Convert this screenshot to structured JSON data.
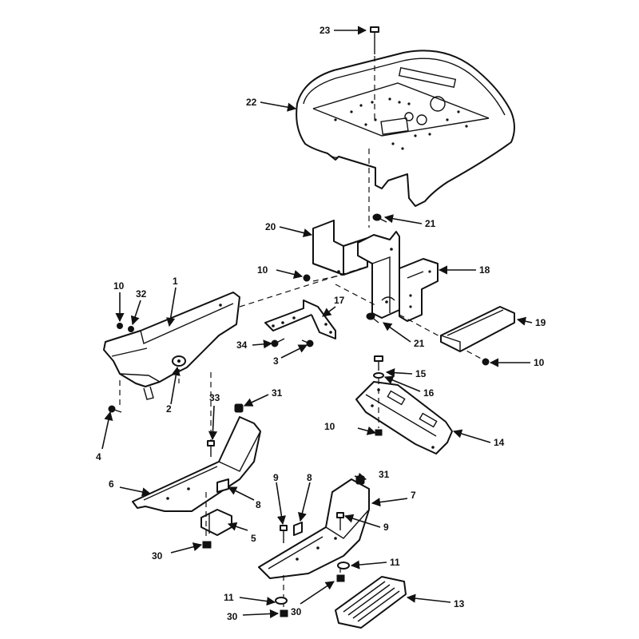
{
  "labels": {
    "p1": "1",
    "p2": "2",
    "p3": "3",
    "p4": "4",
    "p5": "5",
    "p6": "6",
    "p7": "7",
    "p8a": "8",
    "p8b": "8",
    "p9a": "9",
    "p9b": "9",
    "p10a": "10",
    "p10b": "10",
    "p10c": "10",
    "p10d": "10",
    "p11a": "11",
    "p11b": "11",
    "p13": "13",
    "p14": "14",
    "p15": "15",
    "p16": "16",
    "p17": "17",
    "p18": "18",
    "p19": "19",
    "p20": "20",
    "p21a": "21",
    "p21b": "21",
    "p22": "22",
    "p23": "23",
    "p30a": "30",
    "p30b": "30",
    "p30c": "30",
    "p31a": "31",
    "p31b": "31",
    "p32": "32",
    "p33": "33",
    "p34": "34"
  }
}
